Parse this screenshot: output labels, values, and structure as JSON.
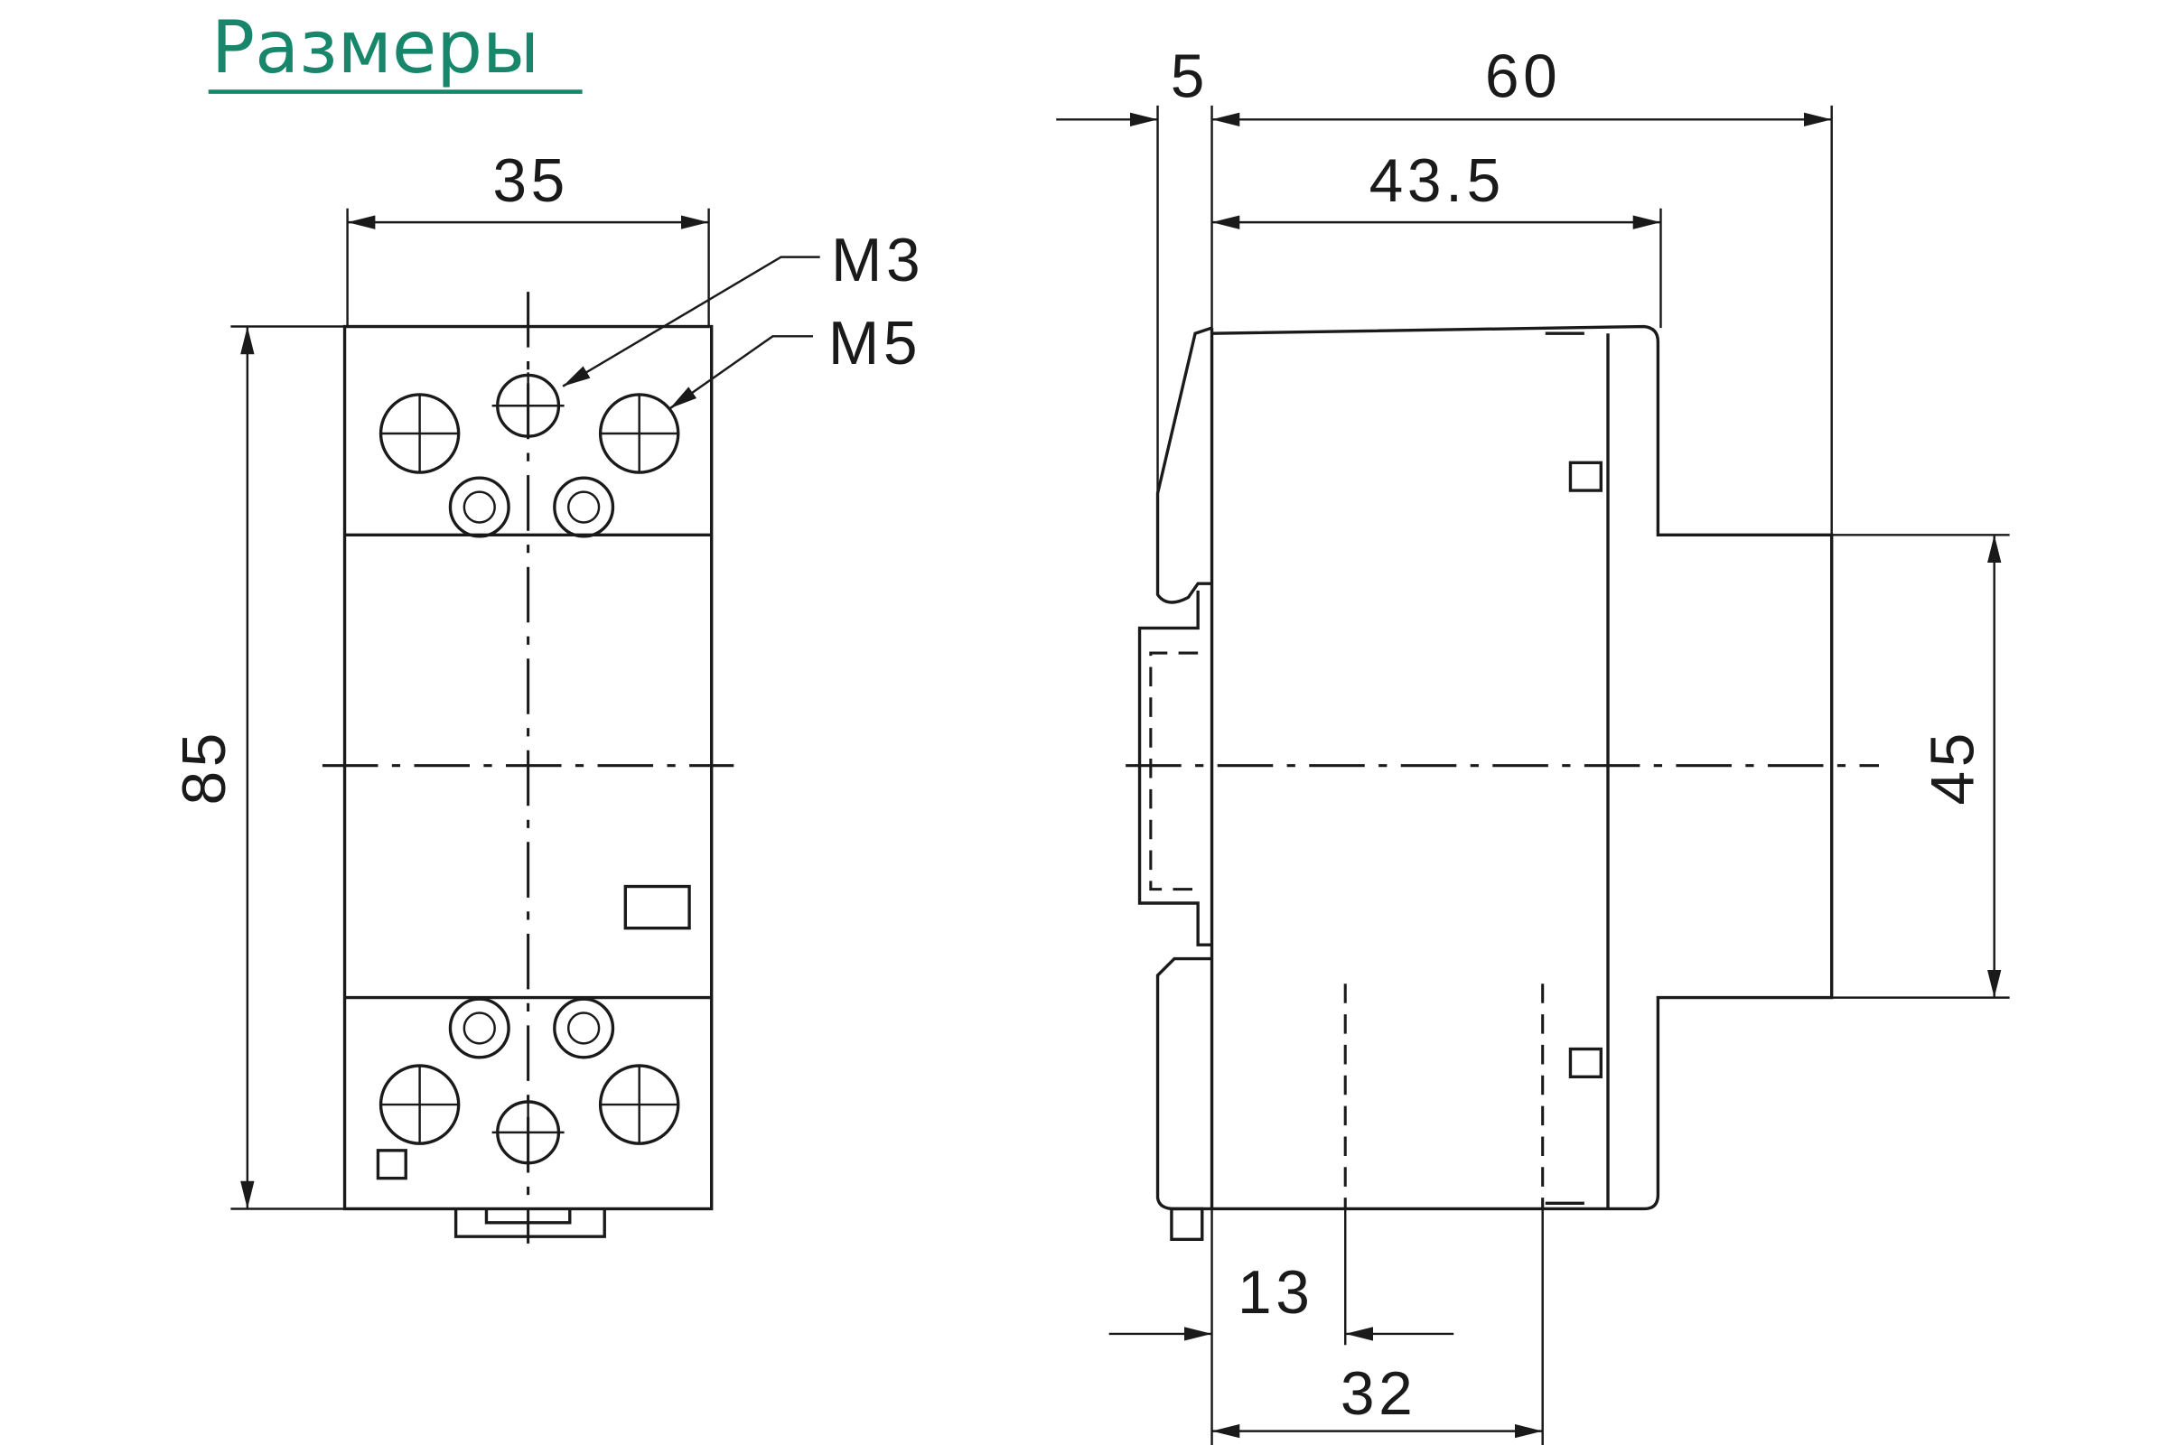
{
  "title": "Размеры",
  "colors": {
    "title": "#17866b",
    "line": "#1a1a1a"
  },
  "front_view": {
    "width_label": "35",
    "height_label": "85",
    "screw_labels": [
      "M3",
      "M5"
    ]
  },
  "side_view": {
    "rail_offset_label": "5",
    "depth_label": "60",
    "body_depth_label": "43.5",
    "front_height_label": "45",
    "terminal_offset_label": "13",
    "terminal_spacing_label": "32"
  }
}
